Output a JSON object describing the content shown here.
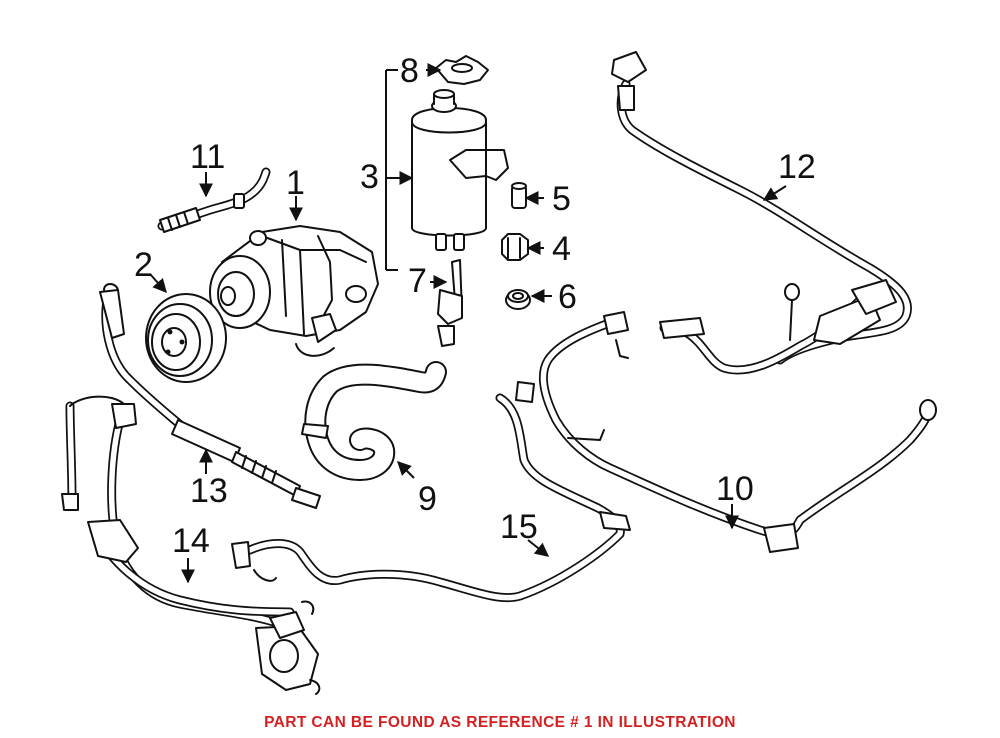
{
  "callouts": {
    "c1": "1",
    "c2": "2",
    "c3": "3",
    "c4": "4",
    "c5": "5",
    "c6": "6",
    "c7": "7",
    "c8": "8",
    "c9": "9",
    "c10": "10",
    "c11": "11",
    "c12": "12",
    "c13": "13",
    "c14": "14",
    "c15": "15"
  },
  "footer_note": "PART CAN BE FOUND AS REFERENCE # 1 IN ILLUSTRATION",
  "colors": {
    "footer": "#d42020",
    "linework": "#111111"
  }
}
